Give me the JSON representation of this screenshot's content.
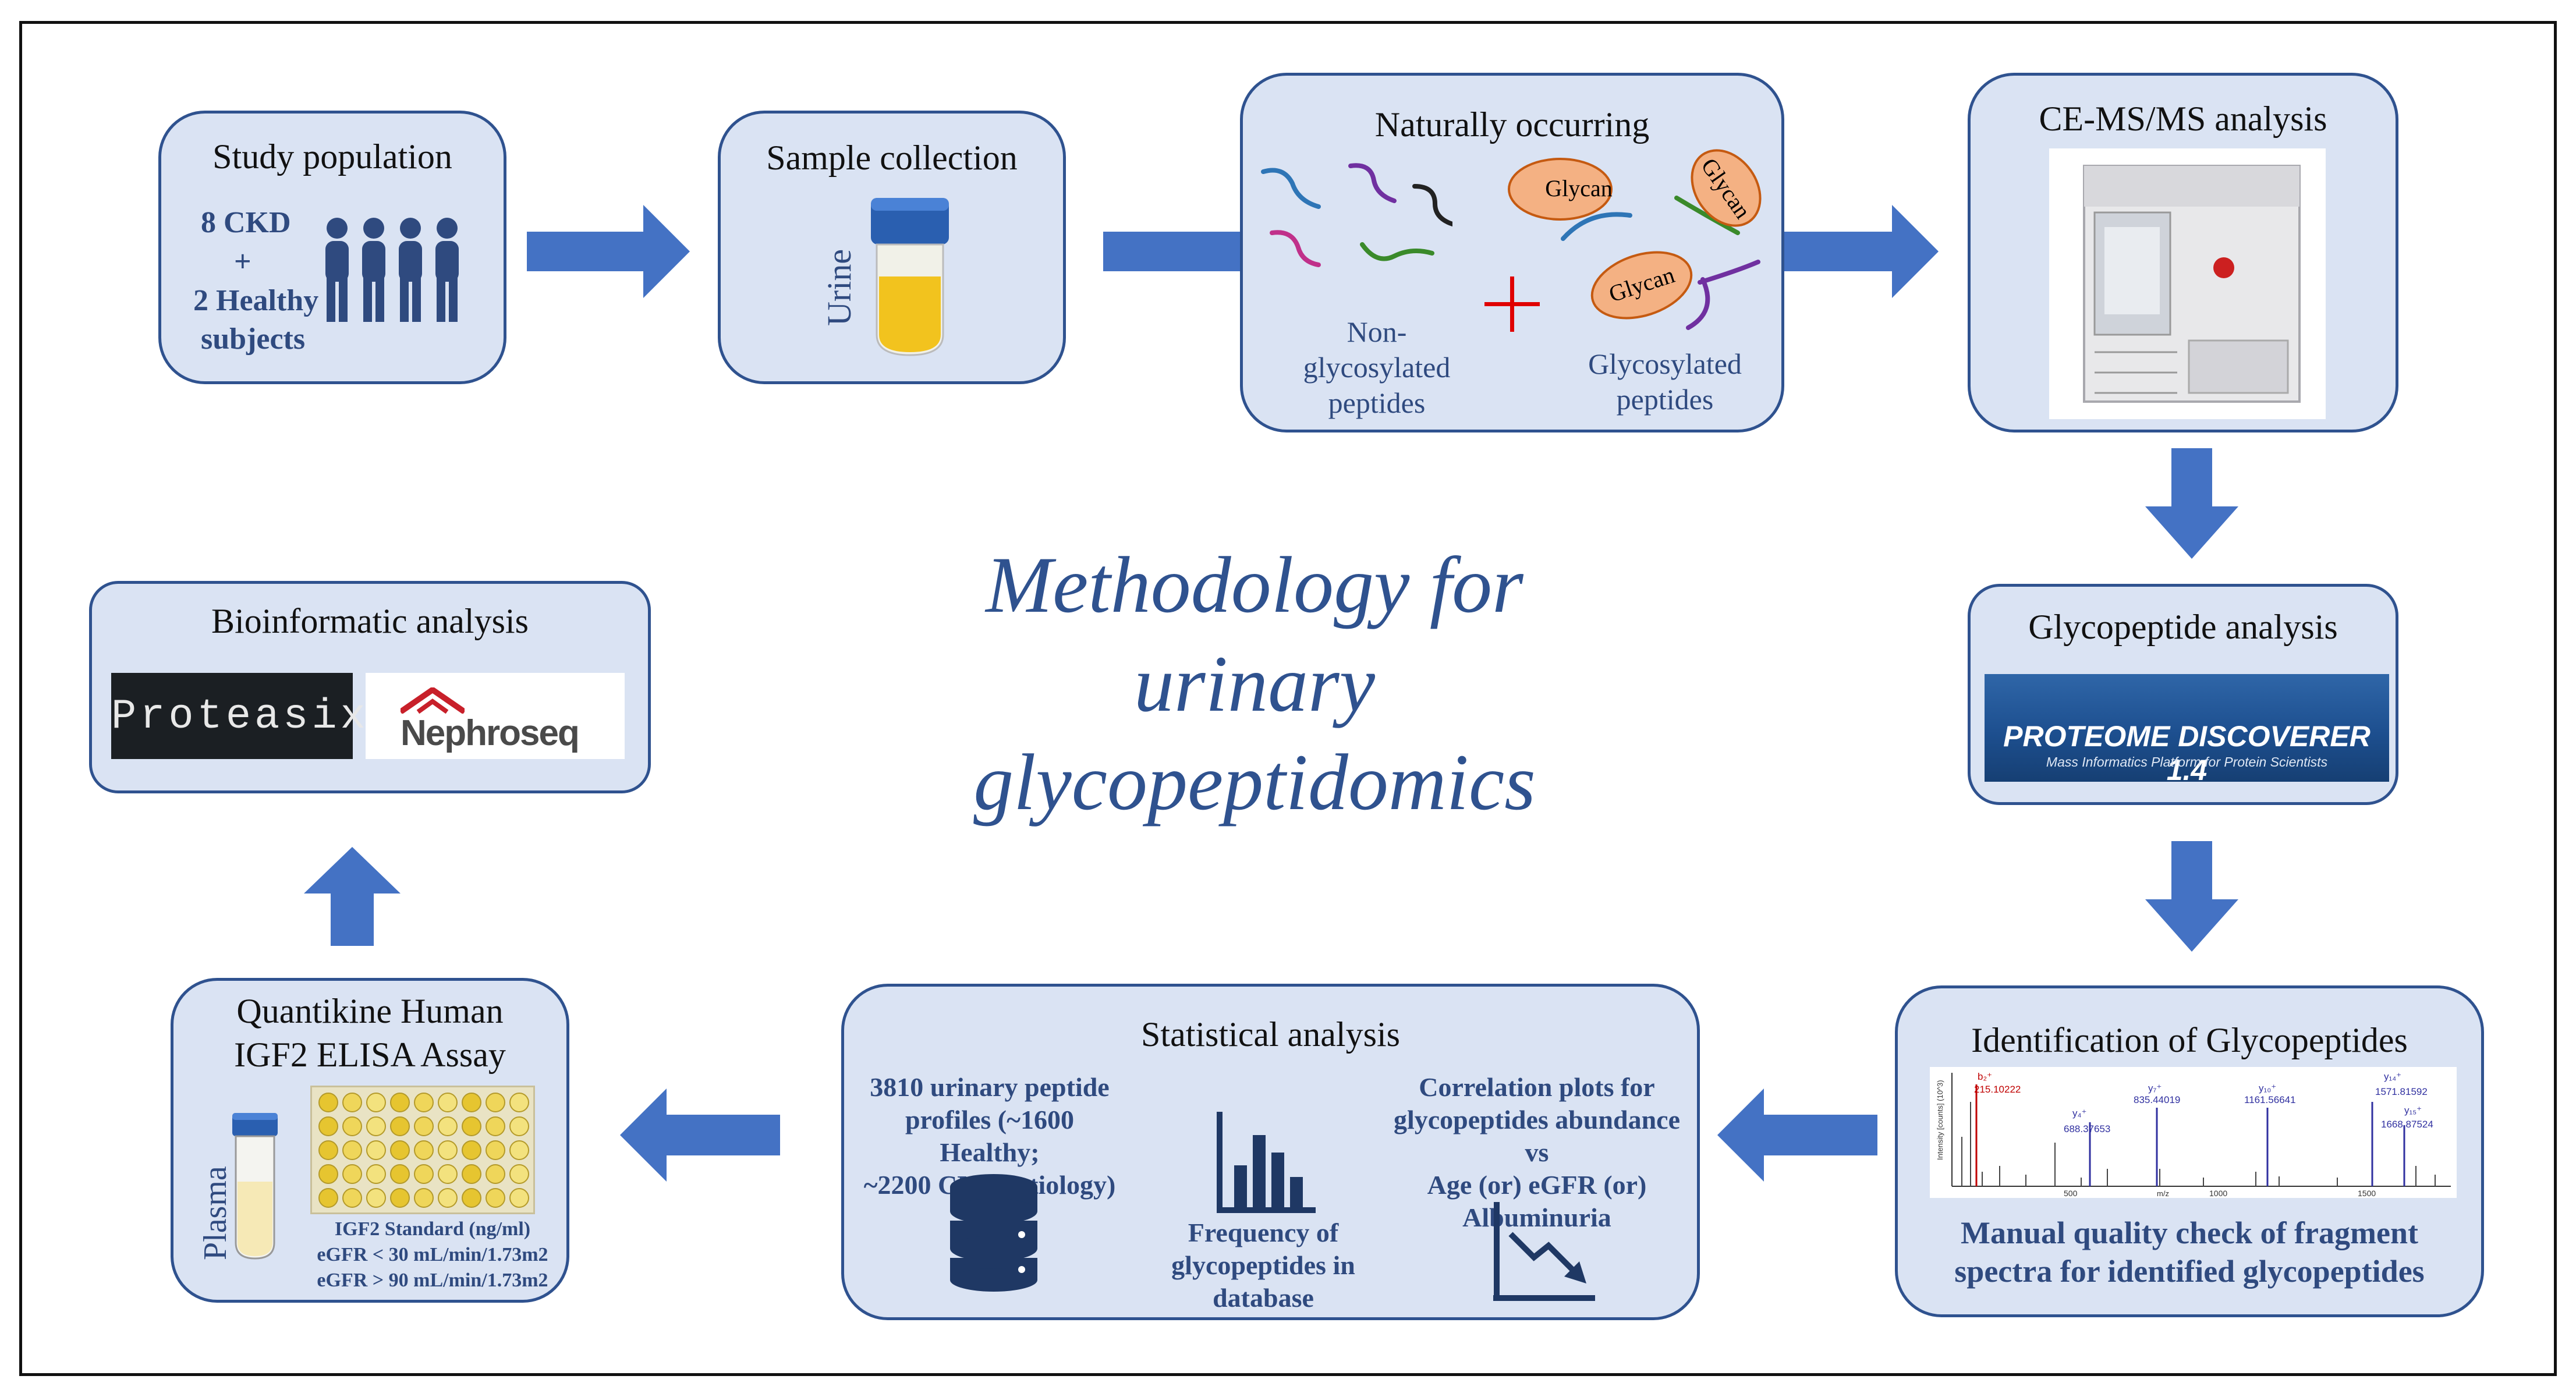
{
  "main_title": [
    "Methodology for",
    "urinary",
    "glycopeptidomics"
  ],
  "colors": {
    "box_fill": "#dae3f3",
    "box_border": "#2f528f",
    "arrow": "#4472c4",
    "accent_text": "#2f4a7f",
    "plus": "#e00000"
  },
  "study_population": {
    "title": "Study population",
    "ckd": "8 CKD",
    "plus": "+",
    "healthy": "2 Healthy",
    "subjects": "subjects",
    "icon": "people-group-icon"
  },
  "sample_collection": {
    "title": "Sample collection",
    "tube_label": "Urine",
    "icon": "urine-tube-icon"
  },
  "naturally_occurring": {
    "title": "Naturally occurring",
    "non_glyco": [
      "Non-",
      "glycosylated",
      "peptides"
    ],
    "glyco": [
      "Glycosylated",
      "peptides"
    ],
    "glycan_label": "Glycan",
    "plus_icon": "plus-icon"
  },
  "ce_ms": {
    "title": "CE-MS/MS analysis",
    "icon": "mass-spectrometer-icon"
  },
  "glycopeptide_analysis": {
    "title": "Glycopeptide analysis",
    "logo_main": "PROTEOME DISCOVERER 1.4",
    "logo_sub": "Mass Informatics Platform for Protein Scientists"
  },
  "identification": {
    "title": "Identification of Glycopeptides",
    "note": [
      "Manual quality check of fragment",
      "spectra for identified glycopeptides"
    ],
    "spectrum_peaks": [
      {
        "label": "b₂⁺",
        "value": "215.10222"
      },
      {
        "label": "y₄⁺",
        "value": "688.37653"
      },
      {
        "label": "y₇⁺",
        "value": "835.44019"
      },
      {
        "label": "y₁₀⁺",
        "value": "1161.56641"
      },
      {
        "label": "y₁₄⁺",
        "value": "1571.81592"
      },
      {
        "label": "y₁₅⁺",
        "value": "1668.87524"
      }
    ],
    "spectrum_ylabel": "Intensity [counts] (10^3)",
    "spectrum_xlabel": "m/z",
    "spectrum_xticks": [
      "500",
      "1000",
      "1500"
    ]
  },
  "statistical": {
    "title": "Statistical analysis",
    "left": [
      "3810 urinary peptide",
      "profiles (~1600 Healthy;",
      "~2200 CKD aetiology)"
    ],
    "middle": [
      "Frequency of",
      "glycopeptides in database"
    ],
    "right": [
      "Correlation plots for",
      "glycopeptides abundance vs",
      "Age (or) eGFR (or)",
      "Albuminuria"
    ],
    "icons": [
      "database-icon",
      "bar-chart-icon",
      "trend-down-icon"
    ]
  },
  "elisa": {
    "title": [
      "Quantikine Human",
      "IGF2 ELISA Assay"
    ],
    "tube_label": "Plasma",
    "lines": [
      "IGF2 Standard (ng/ml)",
      "eGFR < 30 mL/min/1.73m2",
      "eGFR > 90 mL/min/1.73m2"
    ]
  },
  "bioinformatic": {
    "title": "Bioinformatic analysis",
    "logo1": "Proteasix",
    "logo2": "Nephroseq"
  }
}
